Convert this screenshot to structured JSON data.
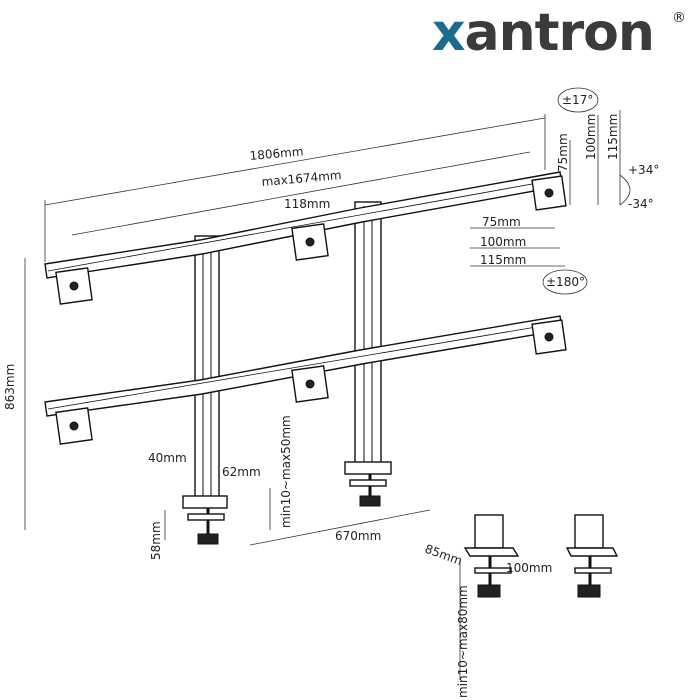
{
  "brand": {
    "logo_text": "xantron",
    "logo_x": "x",
    "logo_rest": "antron",
    "registered": "®",
    "accent_color": "#1e6a8c",
    "text_color": "#3b3b3b"
  },
  "dimensions": {
    "overall_width": "1806mm",
    "max_width": "max1674mm",
    "center_spacing": "118mm",
    "height": "863mm",
    "vesa_v_75": "75mm",
    "vesa_v_100": "100mm",
    "vesa_v_115": "115mm",
    "vesa_h_75": "75mm",
    "vesa_h_100": "100mm",
    "vesa_h_115": "115mm",
    "tilt_17": "±17°",
    "tilt_plus_34": "+34°",
    "tilt_minus_34": "-34°",
    "rotate_180": "±180°",
    "pole_40": "40mm",
    "pole_62": "62mm",
    "desk_clamp_range": "min10~max50mm",
    "clamp_58": "58mm",
    "pole_spacing": "670mm",
    "base_85": "85mm",
    "base_100": "100mm",
    "grommet_range": "min10~max80mm"
  }
}
